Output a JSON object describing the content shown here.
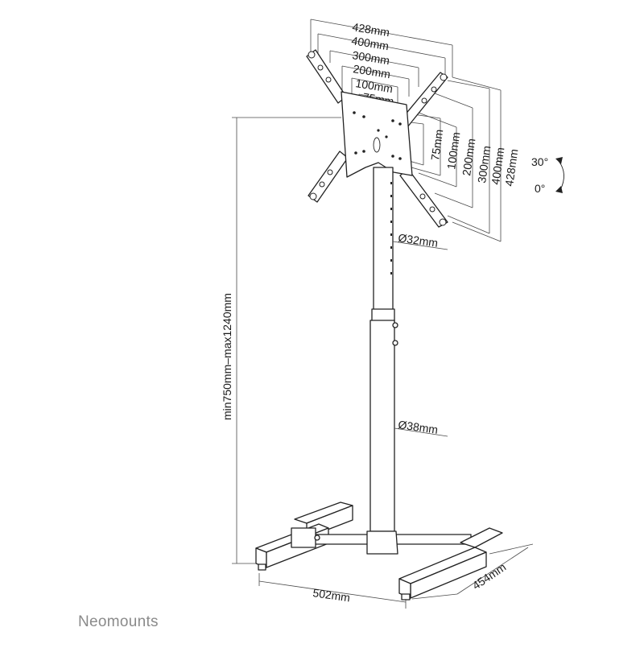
{
  "brand": {
    "name": "Neomounts"
  },
  "dimensions": {
    "vesa_horizontal": [
      "428mm",
      "400mm",
      "300mm",
      "200mm",
      "100mm",
      "75mm"
    ],
    "vesa_vertical": [
      "75mm",
      "100mm",
      "200mm",
      "300mm",
      "400mm",
      "428mm"
    ],
    "tilt": {
      "max": "30°",
      "min": "0°"
    },
    "pole_upper_diameter": "Ø32mm",
    "pole_lower_diameter": "Ø38mm",
    "height_range": "min750mm–max1240mm",
    "base_width": "502mm",
    "base_depth": "454mm"
  }
}
